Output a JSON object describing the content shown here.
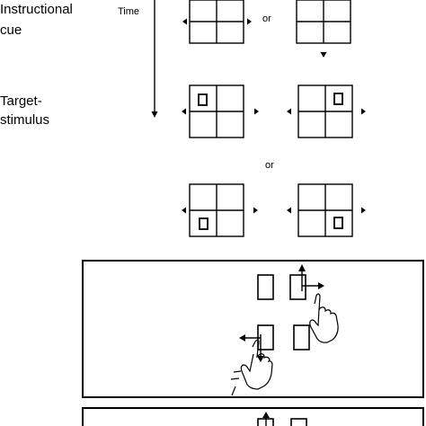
{
  "labels": {
    "instructional_cue_line1": "Instructional",
    "instructional_cue_line2": "cue",
    "time": "Time",
    "target_stimulus_line1": "Target-",
    "target_stimulus_line2": "stimulus",
    "or_top": "or",
    "or_middle": "or"
  },
  "icons": {
    "arrowhead": "triangle-arrowhead-icon",
    "hand": "pointing-hand-icon",
    "target": "small-rectangle-target-icon"
  },
  "colors": {
    "stroke": "#000000",
    "background": "#ffffff"
  }
}
